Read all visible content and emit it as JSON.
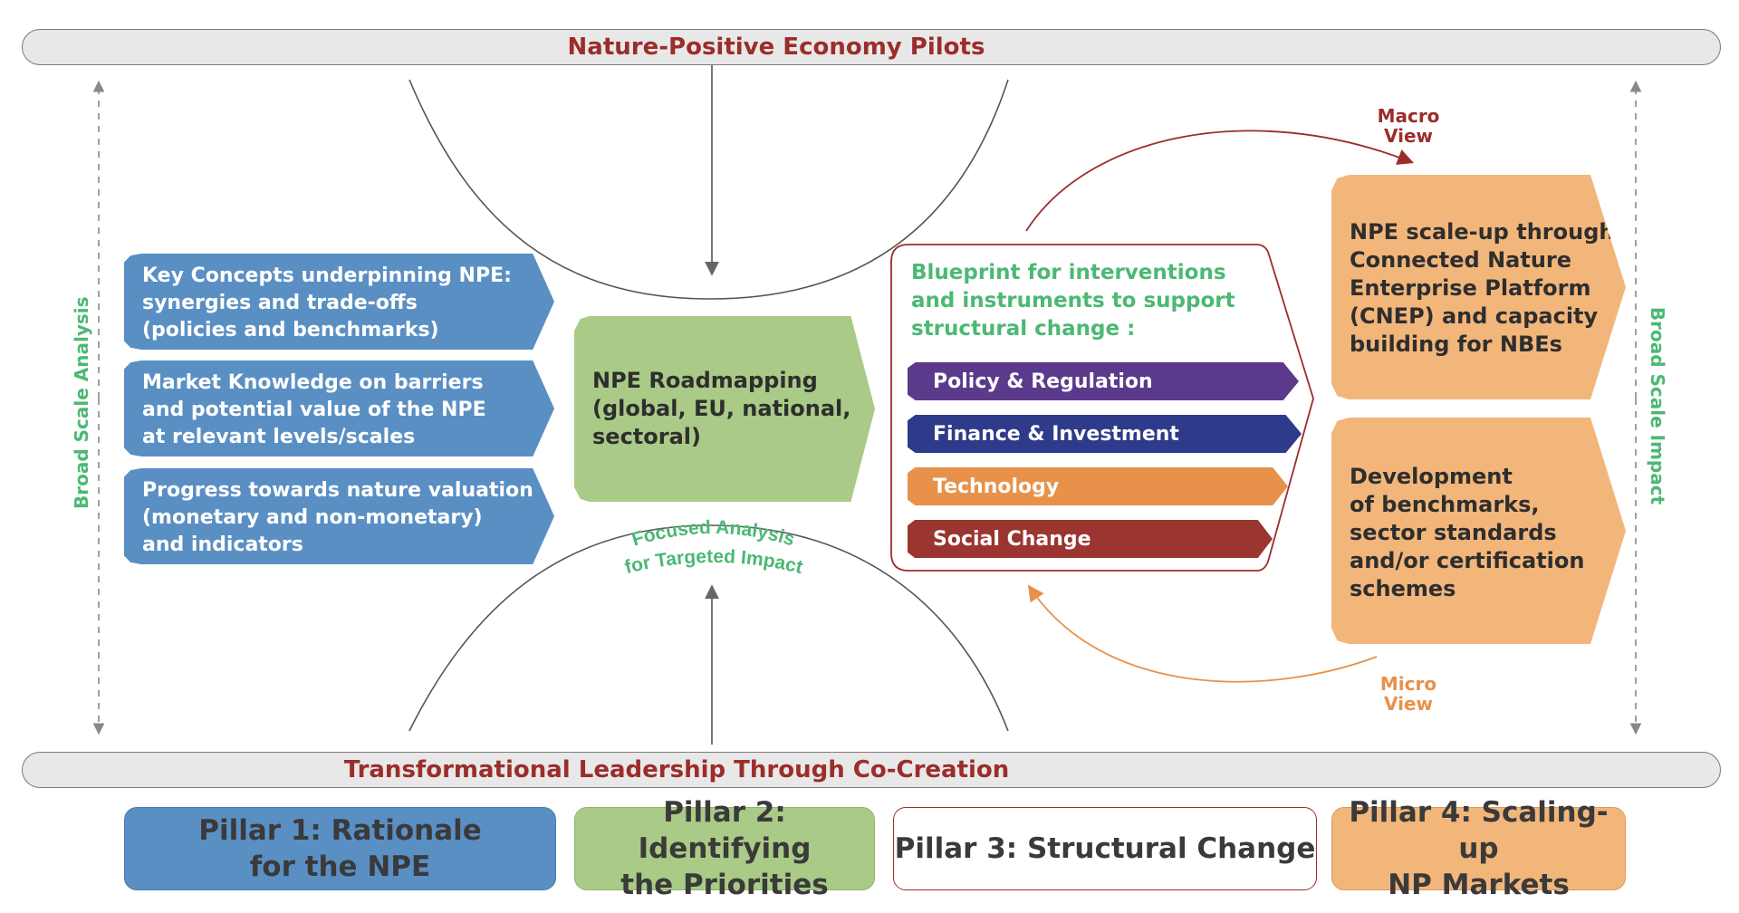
{
  "top_bar": {
    "label": "Nature-Positive Economy Pilots"
  },
  "bottom_bar": {
    "label": "Transformational Leadership Through Co-Creation"
  },
  "side_labels": {
    "left": "Broad Scale Analysis",
    "right": "Broad Scale Impact"
  },
  "focused_label": {
    "line1": "Focused Analysis",
    "line2": "for Targeted Impact"
  },
  "view_labels": {
    "macro": "Macro\nView",
    "micro": "Micro\nView"
  },
  "pillar1_boxes": [
    "Key Concepts underpinning NPE:\nsynergies and trade-offs\n(policies and benchmarks)",
    "Market Knowledge on barriers\nand potential value of the NPE\nat relevant levels/scales",
    "Progress towards nature valuation\n(monetary and non-monetary)\nand indicators"
  ],
  "roadmapping": {
    "text": "NPE Roadmapping\n(global, EU, national,\nsectoral)"
  },
  "blueprint": {
    "title": "Blueprint for interventions\nand instruments to support\nstructural change :",
    "items": [
      {
        "label": "Policy & Regulation",
        "color": "#5b3a8c"
      },
      {
        "label": "Finance & Investment",
        "color": "#2e3a8a"
      },
      {
        "label": "Technology",
        "color": "#e8914a"
      },
      {
        "label": "Social Change",
        "color": "#9b3530"
      }
    ]
  },
  "scaling_boxes": [
    "NPE scale-up through\nConnected Nature\nEnterprise Platform\n(CNEP) and capacity\nbuilding for NBEs",
    "Development\nof benchmarks,\nsector standards\nand/or certification\nschemes"
  ],
  "pillars": [
    {
      "label": "Pillar 1: Rationale\nfor the NPE",
      "color": "#5a8fc4"
    },
    {
      "label": "Pillar 2: Identifying\nthe Priorities",
      "color": "#aaca87"
    },
    {
      "label": "Pillar 3: Structural Change",
      "color": "#ffffff"
    },
    {
      "label": "Pillar 4: Scaling-up\nNP Markets",
      "color": "#f2b67b"
    }
  ],
  "colors": {
    "dark_red": "#9b2d2a",
    "green_text": "#4cb874",
    "orange_arrow": "#e8914a"
  }
}
